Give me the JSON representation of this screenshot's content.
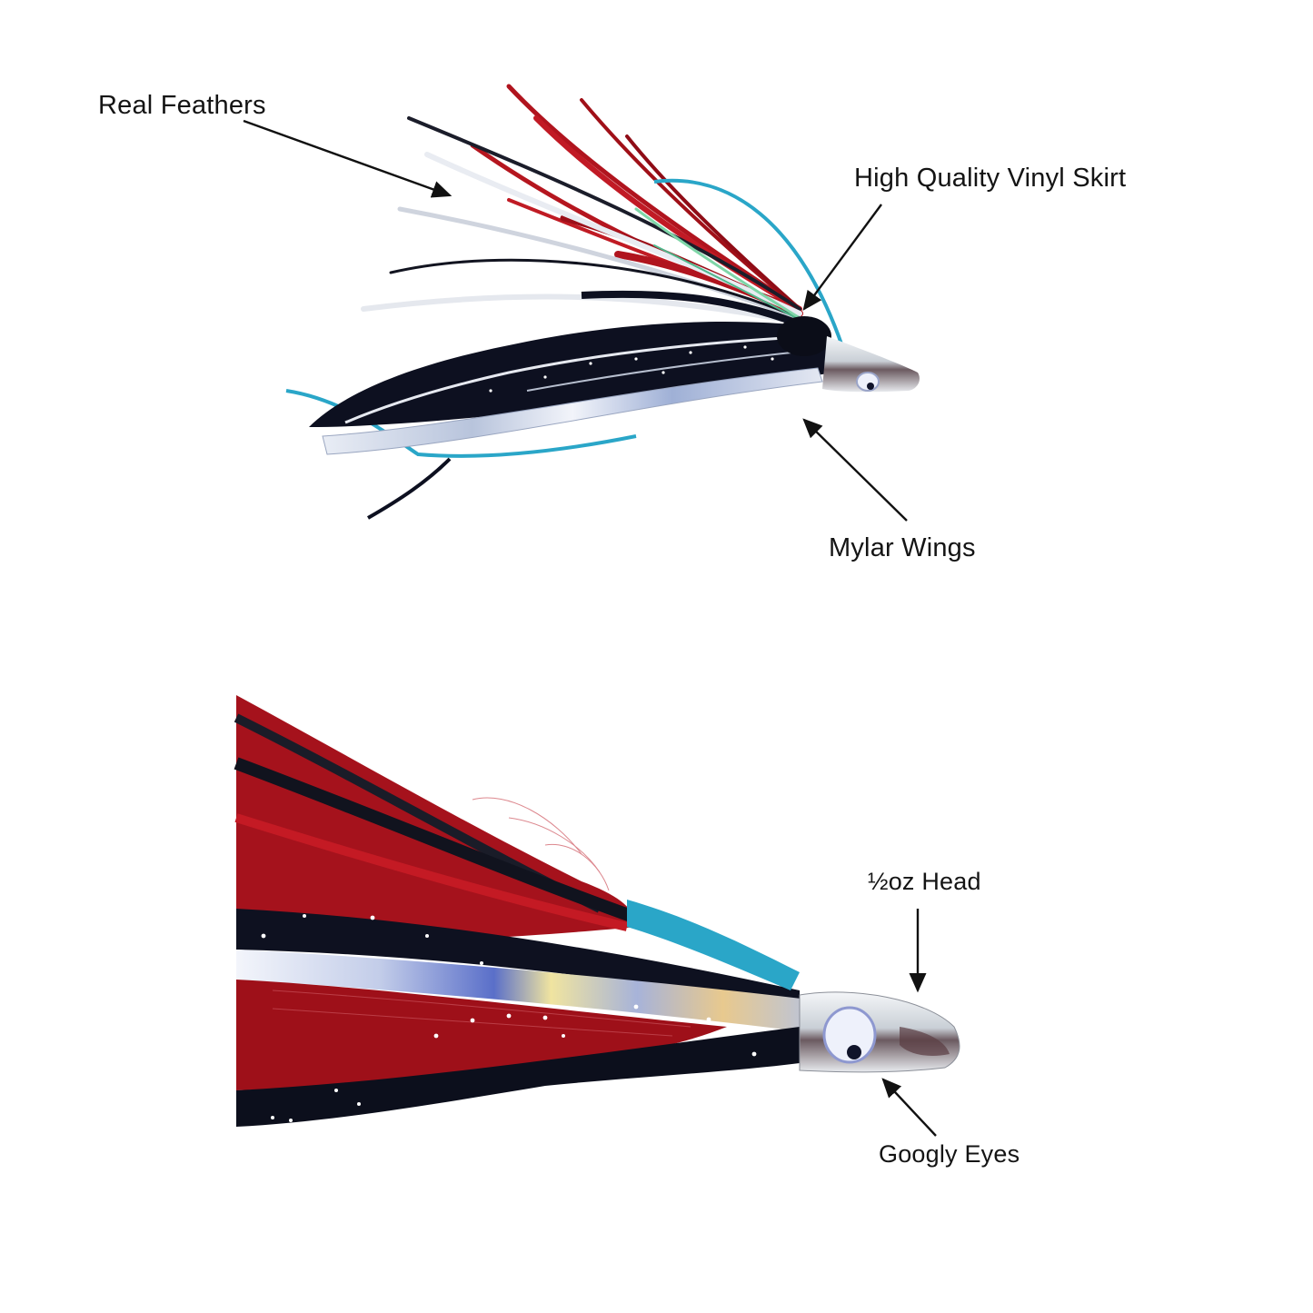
{
  "annotations": {
    "real_feathers": "Real Feathers",
    "vinyl_skirt": "High Quality Vinyl Skirt",
    "mylar_wings": "Mylar Wings",
    "head_weight": "½oz Head",
    "googly_eyes": "Googly Eyes"
  },
  "colors": {
    "feather_red": "#b0141e",
    "feather_dark_red": "#7a0d14",
    "skirt_black": "#0d1020",
    "mylar_silver": "#cfd6e2",
    "accent_teal": "#2aa6c8",
    "head_chrome": "#d9dde3",
    "eye_white": "#eef1fb",
    "eye_pupil": "#10142a",
    "arrow": "#111111"
  }
}
